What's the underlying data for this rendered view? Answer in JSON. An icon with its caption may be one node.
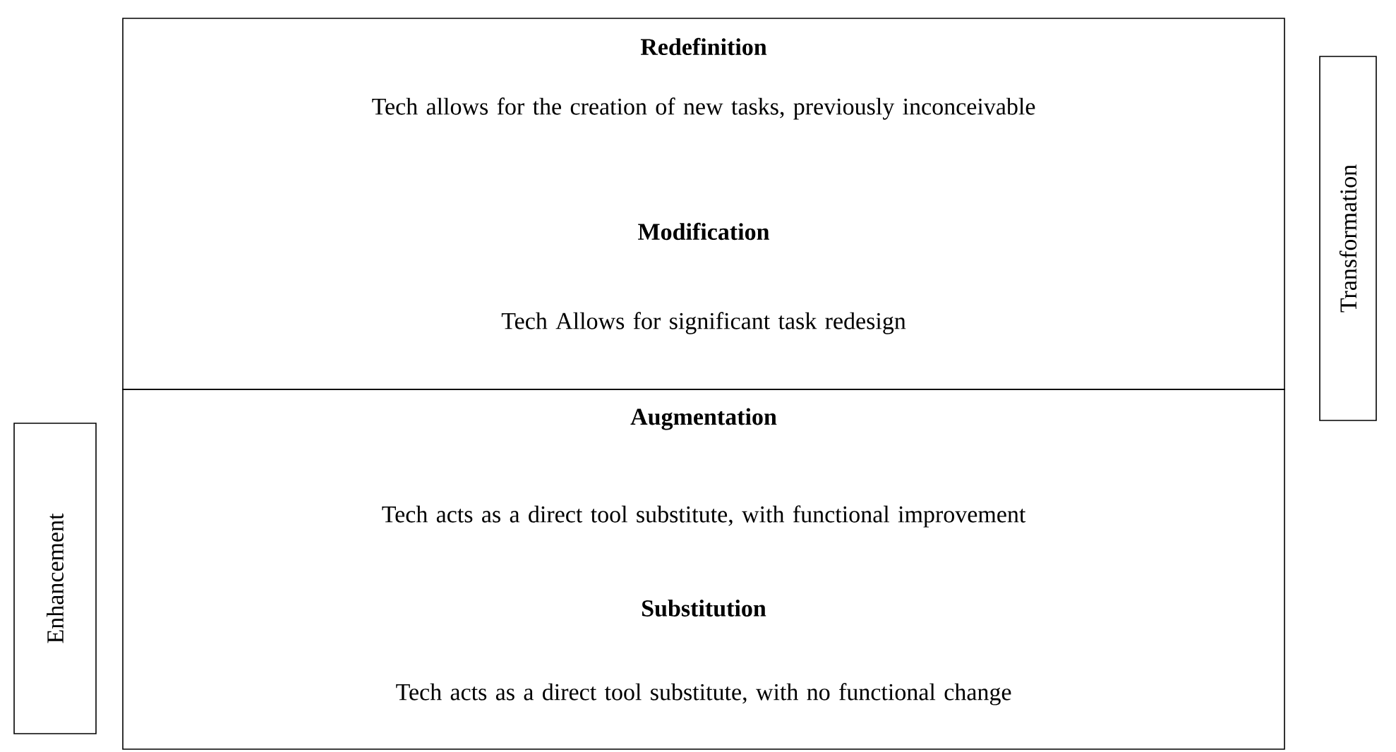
{
  "diagram": {
    "nodes": [
      {
        "text": [
          "Redefinition",
          "Tech allows for the creation of new tasks, previously inconceivable",
          "Modification",
          "Tech Allows for significant task redesign"
        ]
      },
      {
        "text": [
          "Augmentation",
          "Tech acts as a direct tool substitute, with functional improvement",
          "Substitution",
          "Tech acts as a direct tool substitute, with no functional change"
        ]
      },
      {
        "text": [
          "Transformation"
        ]
      },
      {
        "text": [
          "Enhancement"
        ]
      }
    ],
    "edges": []
  }
}
